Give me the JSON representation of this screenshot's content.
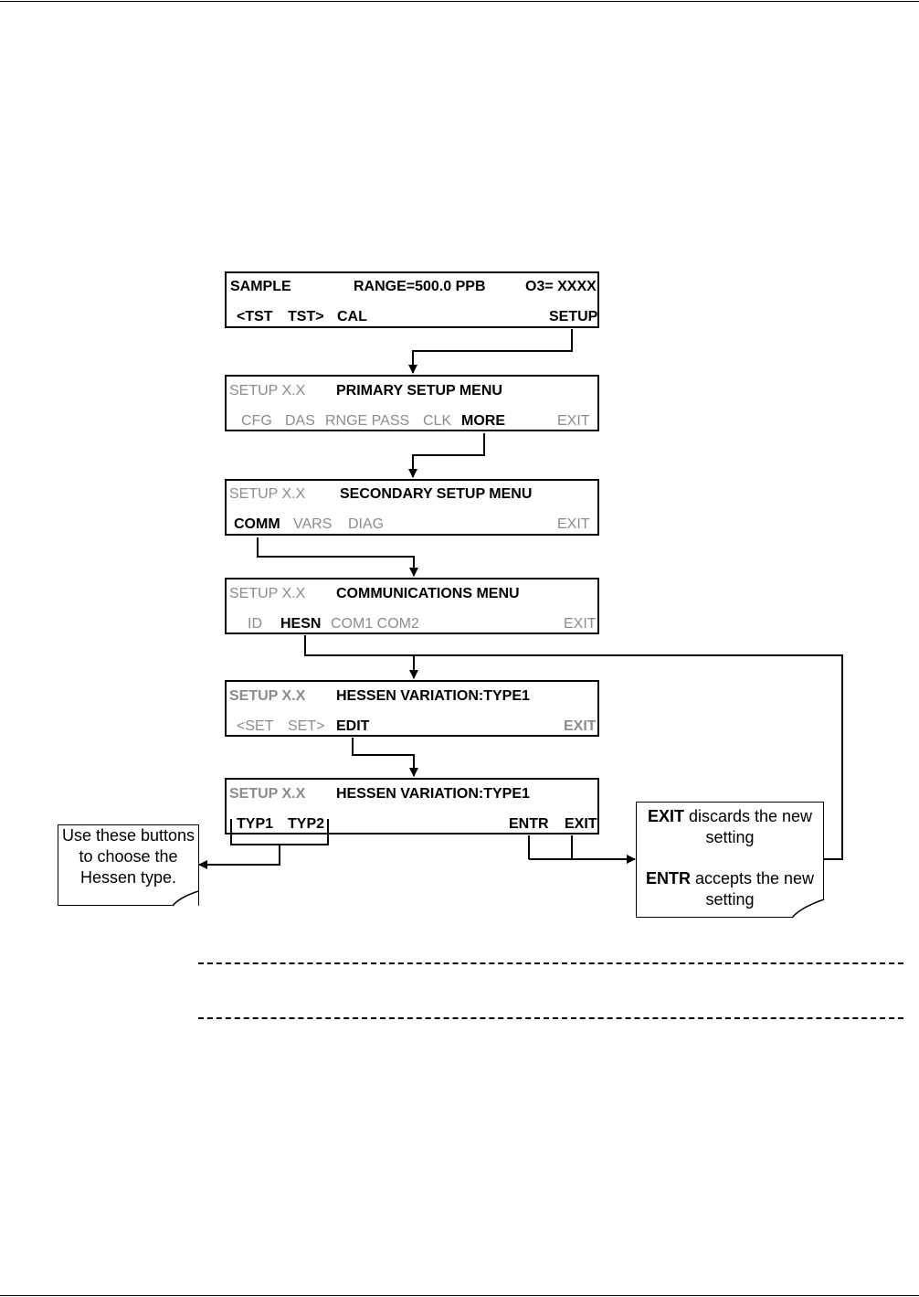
{
  "screens": {
    "sample": {
      "title_left": "SAMPLE",
      "title_mid": "RANGE=500.0 PPB",
      "title_right": "O3= XXXX",
      "buttons": [
        "<TST",
        "TST>",
        "CAL",
        "SETUP"
      ]
    },
    "primary": {
      "title_left": "SETUP X.X",
      "title": "PRIMARY SETUP MENU",
      "buttons": [
        "CFG",
        "DAS",
        "RNGE PASS",
        "CLK",
        "MORE",
        "EXIT"
      ]
    },
    "secondary": {
      "title_left": "SETUP X.X",
      "title": "SECONDARY SETUP MENU",
      "buttons": [
        "COMM",
        "VARS",
        "DIAG",
        "EXIT"
      ]
    },
    "comm": {
      "title_left": "SETUP X.X",
      "title": "COMMUNICATIONS MENU",
      "buttons": [
        "ID",
        "HESN",
        "COM1 COM2",
        "EXIT"
      ]
    },
    "hessen1": {
      "title_left": "SETUP X.X",
      "title": "HESSEN VARIATION:TYPE1",
      "buttons": [
        "<SET",
        "SET>",
        "EDIT",
        "EXIT"
      ]
    },
    "hessen2": {
      "title_left": "SETUP X.X",
      "title": "HESSEN VARIATION:TYPE1",
      "buttons": [
        "TYP1",
        "TYP2",
        "ENTR",
        "EXIT"
      ]
    }
  },
  "notes": {
    "left": "Use these buttons to choose the Hessen type.",
    "right_exit_bold": "EXIT",
    "right_exit_rest": " discards the new setting",
    "right_entr_bold": "ENTR",
    "right_entr_rest": " accepts the new setting"
  }
}
